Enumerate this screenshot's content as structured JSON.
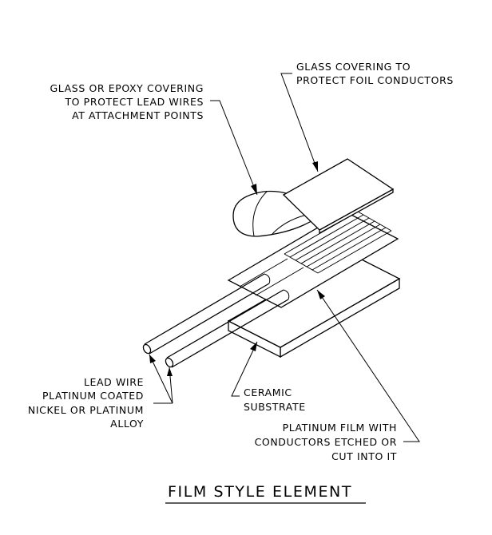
{
  "title": "FILM STYLE ELEMENT",
  "labels": {
    "glass_covering_foil": [
      "GLASS COVERING TO",
      "PROTECT FOIL CONDUCTORS"
    ],
    "glass_epoxy_covering": [
      "GLASS OR EPOXY COVERING",
      "TO PROTECT LEAD WIRES",
      "AT ATTACHMENT POINTS"
    ],
    "lead_wire": [
      "LEAD WIRE",
      "PLATINUM COATED",
      "NICKEL OR PLATINUM",
      "ALLOY"
    ],
    "ceramic_substrate": [
      "CERAMIC",
      "SUBSTRATE"
    ],
    "platinum_film": [
      "PLATINUM FILM WITH",
      "CONDUCTORS ETCHED OR",
      "CUT INTO IT"
    ]
  }
}
